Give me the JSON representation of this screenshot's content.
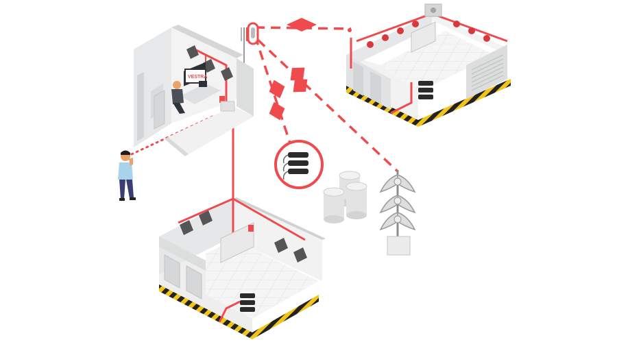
{
  "logo": {
    "text": "VESTRA"
  },
  "colors": {
    "link": "#ef4b4f",
    "wall": "#e8e9ea",
    "wall_dark": "#cfd1d3",
    "floor": "#f4f4f4",
    "hazard_yellow": "#f2c318",
    "hazard_black": "#222222"
  },
  "icons": [
    "control-room",
    "operator-at-desk",
    "person-on-phone",
    "radio-antenna",
    "wireless-transceiver-icon",
    "warehouse-building",
    "production-building",
    "beacon-siren",
    "loudspeaker",
    "gas-detector",
    "storage-barrels",
    "outdoor-horn-siren",
    "control-cabinet"
  ]
}
